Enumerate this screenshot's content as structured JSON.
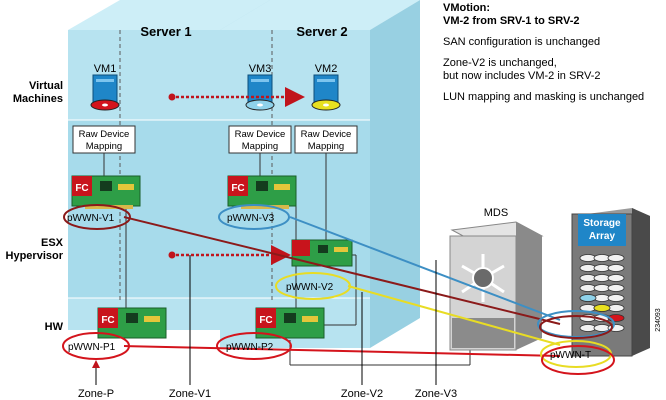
{
  "notes": {
    "title_line1": "VMotion:",
    "title_line2": "VM-2 from SRV-1 to SRV-2",
    "note1": "SAN configuration is unchanged",
    "note2_line1": "Zone-V2 is unchanged,",
    "note2_line2": "but now includes VM-2 in SRV-2",
    "note3": "LUN mapping and masking is unchanged"
  },
  "servers": {
    "server1": "Server 1",
    "server2": "Server 2"
  },
  "layers": {
    "vm_line1": "Virtual",
    "vm_line2": "Machines",
    "esx_line1": "ESX",
    "esx_line2": "Hypervisor",
    "hw": "HW"
  },
  "vms": {
    "vm1": "VM1",
    "vm3": "VM3",
    "vm2": "VM2"
  },
  "rdm": {
    "line1": "Raw Device",
    "line2": "Mapping"
  },
  "fc_label": "FC",
  "wwn": {
    "v1": "pWWN-V1",
    "v3": "pWWN-V3",
    "v2": "pWWN-V2",
    "p1": "pWWN-P1",
    "p2": "pWWN-P2",
    "t": "pWWN-T"
  },
  "zones": {
    "p": "Zone-P",
    "v1": "Zone-V1",
    "v2": "Zone-V2",
    "v3": "Zone-V3"
  },
  "mds": "MDS",
  "storage": {
    "line1": "Storage",
    "line2": "Array"
  },
  "figure_id": "234093",
  "colors": {
    "red_zone": "#c0141c",
    "blue_zone": "#3d8fc4",
    "yellow_zone": "#e8dc24",
    "server_fill": "#a9dcec"
  }
}
